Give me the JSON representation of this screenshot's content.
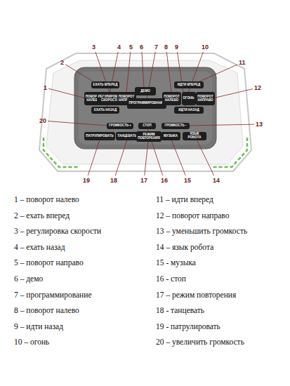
{
  "diagram": {
    "nodes": [
      {
        "text": [
          "ЕХАТЬ ВПЕРЕД"
        ]
      },
      {
        "text": [
          "ДЕМО"
        ]
      },
      {
        "text": [
          "ИДТИ ВПЕРЕД"
        ]
      },
      {
        "text": [
          "ПОВОРОТ НАЛЕВО"
        ]
      },
      {
        "text": [
          "РЕГУЛИРОВКА СКОРОСТИ"
        ]
      },
      {
        "text": [
          "ПОВОРОТ НАПРАВО"
        ]
      },
      {
        "text": [
          "ПРОГРАММИРОВАНИЕ"
        ]
      },
      {
        "text": [
          "ПОВОРОТ НАЛЕВО"
        ]
      },
      {
        "text": [
          "ОГОНЬ"
        ]
      },
      {
        "text": [
          "ПОВОРОТ НАПРАВО"
        ]
      },
      {
        "text": [
          "ЕХАТЬ НАЗАД"
        ]
      },
      {
        "text": [
          "ИДТИ НАЗАД"
        ]
      },
      {
        "text": [
          "ГРОМКОСТЬ +"
        ]
      },
      {
        "text": [
          "СТОП"
        ]
      },
      {
        "text": [
          "ГРОМКОСТЬ -"
        ]
      },
      {
        "text": [
          "ПАТРУЛИРОВАТЬ"
        ]
      },
      {
        "text": [
          "ТАНЦЕВАТЬ"
        ]
      },
      {
        "text": [
          "РЕЖИМ ПОВТОРЕНИЯ"
        ]
      },
      {
        "text": [
          "МУЗЫКА"
        ]
      },
      {
        "text": [
          "ЯЗЫК РОБОТА"
        ]
      }
    ],
    "labels": [
      "1",
      "2",
      "3",
      "4",
      "5",
      "6",
      "7",
      "8",
      "9",
      "10",
      "11",
      "12",
      "13",
      "14",
      "15",
      "16",
      "17",
      "18",
      "19",
      "20",
      "1 – поворот налево",
      "2 – ехать вперед",
      "3 – регулировка скорости",
      "4 – ехать назад",
      "5 – поворот направо",
      "6 – демо",
      "7 – программирование",
      "8 – поворот налево",
      "9 – идти назад",
      "10 – огонь",
      "11 – идти вперед",
      "12 – поворот направо",
      "13 – уменьшить громкость",
      "14 – язык робота",
      "15 - музыка",
      "16 - стоп",
      "17 – режим повторения",
      "18 - танцевать",
      "19 - патрулировать",
      "20 – увеличить громкость"
    ]
  }
}
